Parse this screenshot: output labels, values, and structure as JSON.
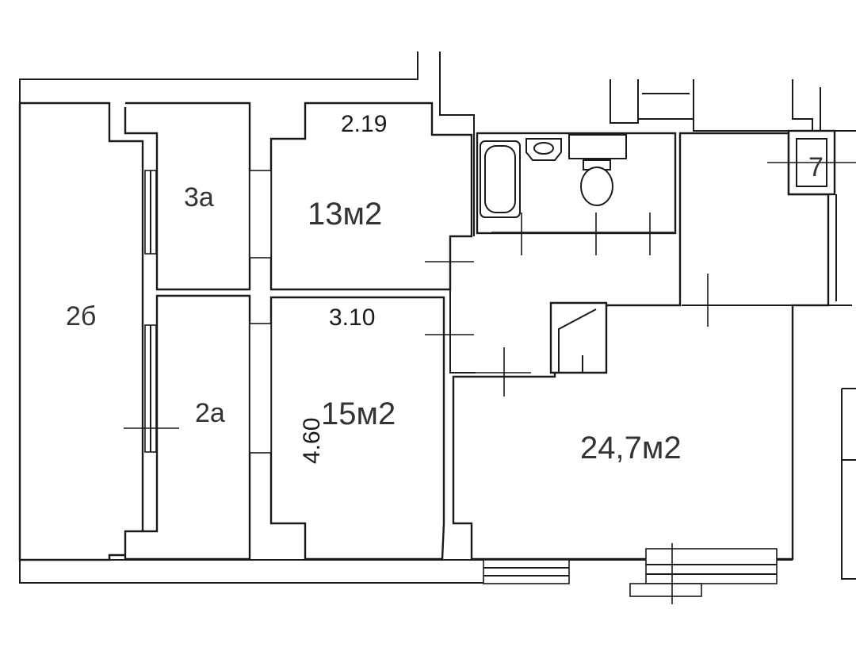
{
  "plan": {
    "rooms": [
      {
        "id": "2b",
        "label": "2б"
      },
      {
        "id": "3a",
        "label": "3а"
      },
      {
        "id": "2a",
        "label": "2а"
      },
      {
        "id": "r13",
        "label": "13м2"
      },
      {
        "id": "r15",
        "label": "15м2"
      },
      {
        "id": "r24",
        "label": "24,7м2"
      },
      {
        "id": "r7",
        "label": "7"
      }
    ],
    "dimensions": [
      {
        "id": "d219",
        "label": "2.19"
      },
      {
        "id": "d310",
        "label": "3.10"
      },
      {
        "id": "d460",
        "label": "4.60"
      }
    ]
  },
  "colors": {
    "line": "#1a1a1a",
    "label": "#333333",
    "background": "#ffffff"
  }
}
